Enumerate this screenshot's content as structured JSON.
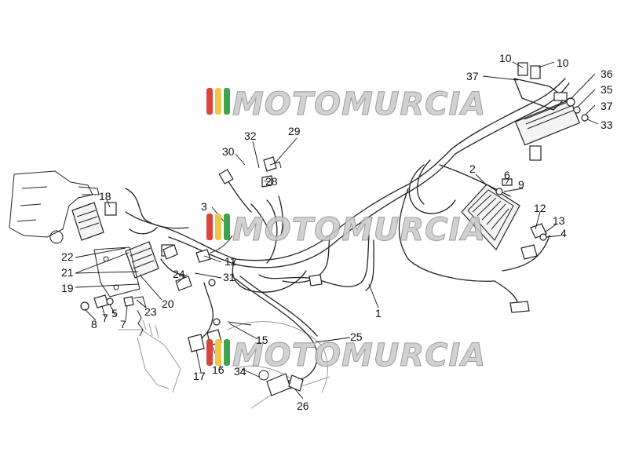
{
  "watermark": {
    "text": "MOTOMURCIA",
    "stripe_colors": [
      "#d8453a",
      "#f0c64a",
      "#3fa34d"
    ]
  },
  "callouts": [
    {
      "id": "c-10a",
      "text": "10"
    },
    {
      "id": "c-10b",
      "text": "10"
    },
    {
      "id": "c-37a",
      "text": "37"
    },
    {
      "id": "c-36",
      "text": "36"
    },
    {
      "id": "c-35",
      "text": "35"
    },
    {
      "id": "c-37b",
      "text": "37"
    },
    {
      "id": "c-33",
      "text": "33"
    },
    {
      "id": "c-29",
      "text": "29"
    },
    {
      "id": "c-32",
      "text": "32"
    },
    {
      "id": "c-30",
      "text": "30"
    },
    {
      "id": "c-28",
      "text": "28"
    },
    {
      "id": "c-2",
      "text": "2"
    },
    {
      "id": "c-6",
      "text": "6"
    },
    {
      "id": "c-9",
      "text": "9"
    },
    {
      "id": "c-12",
      "text": "12"
    },
    {
      "id": "c-13",
      "text": "13"
    },
    {
      "id": "c-4",
      "text": "4"
    },
    {
      "id": "c-18",
      "text": "18"
    },
    {
      "id": "c-3",
      "text": "3"
    },
    {
      "id": "c-22",
      "text": "22"
    },
    {
      "id": "c-21",
      "text": "21"
    },
    {
      "id": "c-19",
      "text": "19"
    },
    {
      "id": "c-11",
      "text": "11"
    },
    {
      "id": "c-24",
      "text": "24"
    },
    {
      "id": "c-31",
      "text": "31"
    },
    {
      "id": "c-20",
      "text": "20"
    },
    {
      "id": "c-23",
      "text": "23"
    },
    {
      "id": "c-8",
      "text": "8"
    },
    {
      "id": "c-7a",
      "text": "7"
    },
    {
      "id": "c-5",
      "text": "5"
    },
    {
      "id": "c-7b",
      "text": "7"
    },
    {
      "id": "c-1",
      "text": "1"
    },
    {
      "id": "c-15",
      "text": "15"
    },
    {
      "id": "c-25",
      "text": "25"
    },
    {
      "id": "c-17",
      "text": "17"
    },
    {
      "id": "c-16",
      "text": "16"
    },
    {
      "id": "c-34",
      "text": "34"
    },
    {
      "id": "c-26",
      "text": "26"
    }
  ]
}
